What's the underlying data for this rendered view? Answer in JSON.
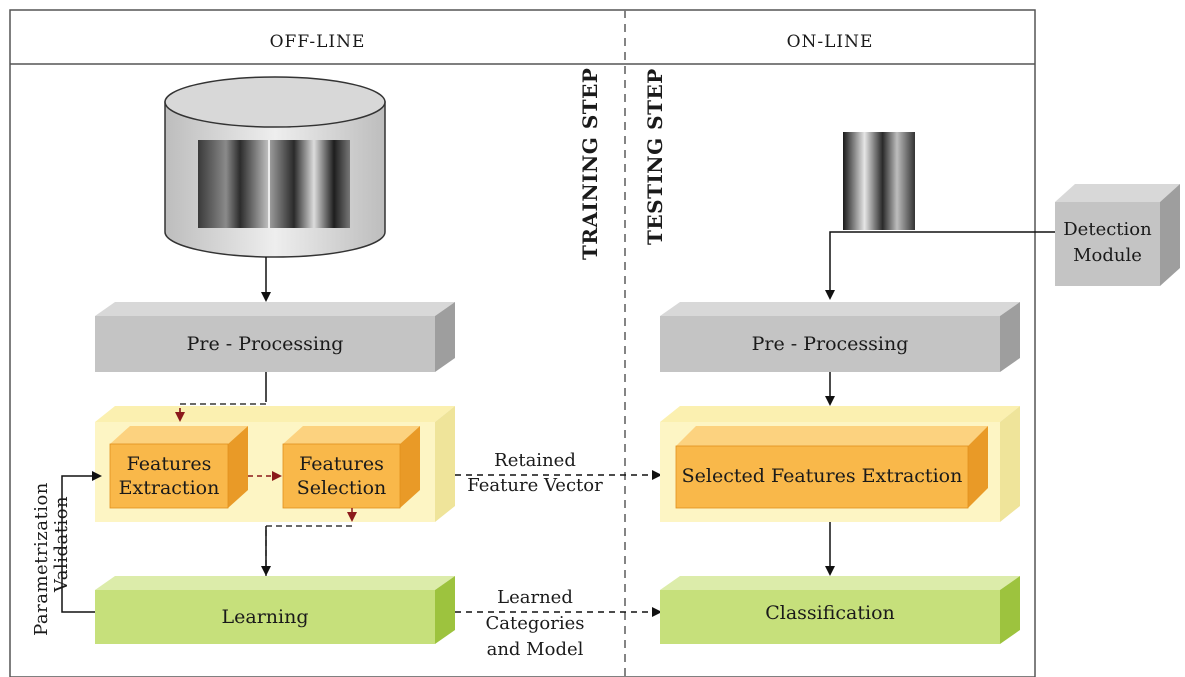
{
  "header": {
    "offline": "OFF-LINE",
    "online": "ON-LINE"
  },
  "steps": {
    "training": "TRAINING STEP",
    "testing": "TESTING STEP"
  },
  "offline": {
    "preprocessing": "Pre - Processing",
    "features_extraction": [
      "Features",
      "Extraction"
    ],
    "features_selection": [
      "Features",
      "Selection"
    ],
    "learning": "Learning",
    "loop_labels": [
      "Parametrization",
      "Validation"
    ]
  },
  "online": {
    "preprocessing": "Pre - Processing",
    "selected_extraction": "Selected Features Extraction",
    "classification": "Classification",
    "detection_module": [
      "Detection",
      "Module"
    ]
  },
  "connectors": {
    "retained_vector": [
      "Retained",
      "Feature Vector"
    ],
    "learned_model": [
      "Learned",
      "Categories",
      "and Model"
    ]
  },
  "colors": {
    "gray_front": "#c4c4c4",
    "gray_top": "#d8d8d8",
    "gray_side": "#9e9e9e",
    "orange_front": "#f9b84a",
    "orange_top": "#fcd27f",
    "orange_side": "#e99a27",
    "yellow_front": "#fdf5c4",
    "green_front": "#c6e07b",
    "green_top": "#dcecaa",
    "green_side": "#9dc33e",
    "arrow_red": "#8b1a1a"
  }
}
